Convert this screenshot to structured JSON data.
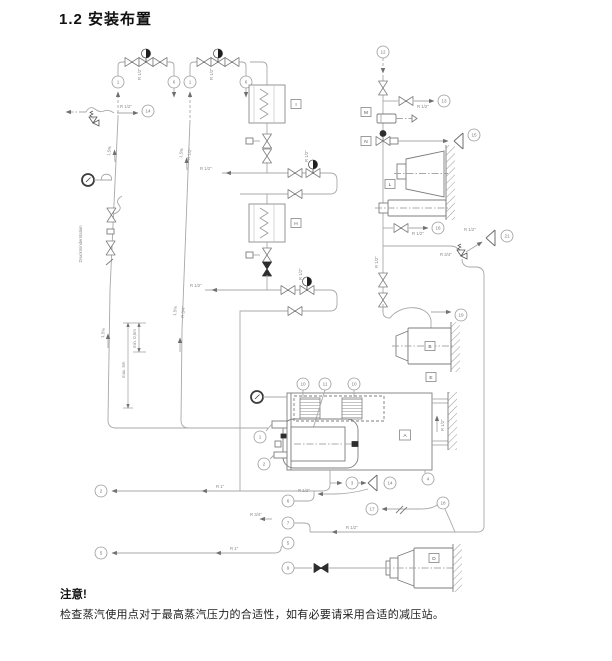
{
  "page": {
    "title": "1.2 安装布置",
    "note_heading": "注意!",
    "note_text": "检查蒸汽使用点对于最高蒸汽压力的合适性，如有必要请采用合适的减压站。"
  },
  "diagram": {
    "lb": {
      "r12": "R 1/2\"",
      "r34": "R 3/4\"",
      "r1": "R 1\"",
      "slope": "1,5%",
      "min": "min. 0,5m",
      "max": "max. 5m",
      "dms": "Druckminderstation"
    },
    "lt": {
      "A": "A",
      "B": "B",
      "D": "D",
      "E": "E",
      "H": "H",
      "I": "I",
      "L": "L",
      "M": "M",
      "N": "N"
    },
    "n": {
      "1": "1",
      "2": "2",
      "3": "3",
      "4": "4",
      "5": "5",
      "6": "6",
      "7": "7",
      "9": "9",
      "10": "10",
      "11": "11",
      "12": "12",
      "13": "13",
      "14": "14",
      "15": "15",
      "16": "16",
      "17": "17",
      "18": "18",
      "19": "19",
      "21": "21"
    }
  }
}
